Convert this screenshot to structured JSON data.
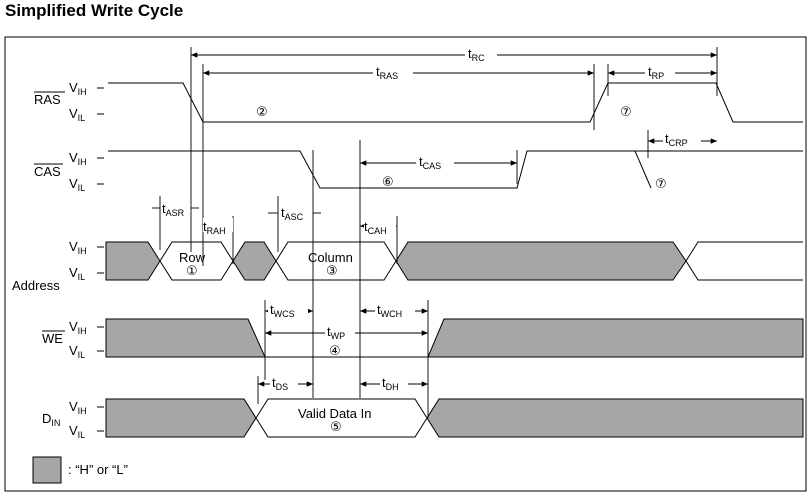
{
  "title": "Simplified Write Cycle",
  "colors": {
    "dont_care_fill": "#a6a6a6",
    "line": "#000000",
    "frame": "#000000"
  },
  "levels": {
    "high": "V",
    "high_sub": "IH",
    "low": "V",
    "low_sub": "IL"
  },
  "signals": {
    "ras": {
      "label": "RAS",
      "overbar": true
    },
    "cas": {
      "label": "CAS",
      "overbar": true
    },
    "address": {
      "label": "Address"
    },
    "we": {
      "label": "WE",
      "overbar": true
    },
    "din": {
      "label": "D",
      "sub": "IN"
    }
  },
  "timings": {
    "trc": {
      "t": "t",
      "sub": "RC"
    },
    "tras": {
      "t": "t",
      "sub": "RAS"
    },
    "trp": {
      "t": "t",
      "sub": "RP"
    },
    "tcrp": {
      "t": "t",
      "sub": "CRP"
    },
    "tcas": {
      "t": "t",
      "sub": "CAS"
    },
    "tasr": {
      "t": "t",
      "sub": "ASR"
    },
    "trah": {
      "t": "t",
      "sub": "RAH"
    },
    "tasc": {
      "t": "t",
      "sub": "ASC"
    },
    "tcah": {
      "t": "t",
      "sub": "CAH"
    },
    "twcs": {
      "t": "t",
      "sub": "WCS"
    },
    "twch": {
      "t": "t",
      "sub": "WCH"
    },
    "twp": {
      "t": "t",
      "sub": "WP"
    },
    "tds": {
      "t": "t",
      "sub": "DS"
    },
    "tdh": {
      "t": "t",
      "sub": "DH"
    }
  },
  "data_labels": {
    "row": "Row",
    "column": "Column",
    "valid_data": "Valid Data In"
  },
  "markers": {
    "m1": "①",
    "m2": "②",
    "m3": "③",
    "m4": "④",
    "m5": "⑤",
    "m6": "⑥",
    "m7a": "⑦",
    "m7b": "⑦"
  },
  "legend": {
    "text": ": “H” or “L”"
  }
}
